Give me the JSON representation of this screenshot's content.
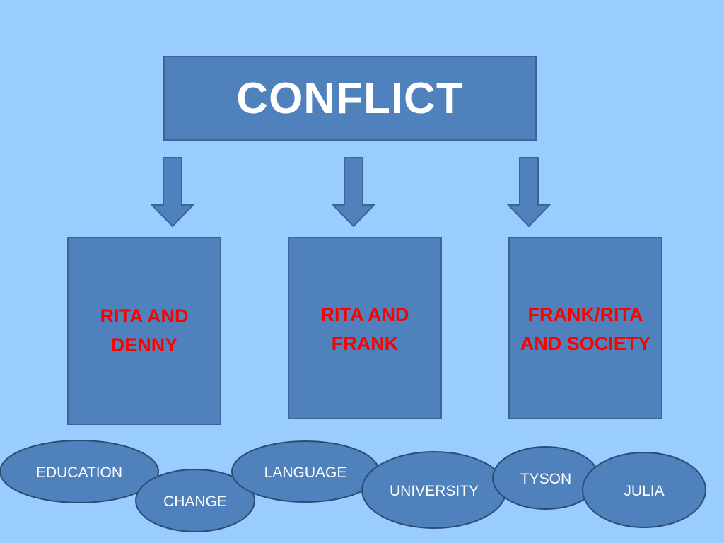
{
  "title": "CONFLICT",
  "boxes": [
    {
      "label": "RITA AND\nDENNY"
    },
    {
      "label": "RITA AND\nFRANK"
    },
    {
      "label": "FRANK/RITA\nAND SOCIETY"
    }
  ],
  "ovals": [
    {
      "label": "EDUCATION"
    },
    {
      "label": "CHANGE"
    },
    {
      "label": "LANGUAGE"
    },
    {
      "label": "UNIVERSITY"
    },
    {
      "label": "TYSON"
    },
    {
      "label": "JULIA"
    }
  ],
  "colors": {
    "background": "#99ccff",
    "shape_fill": "#4f81bd",
    "title_text": "#ffffff",
    "box_text": "#ff0000",
    "oval_text": "#ffffff"
  }
}
